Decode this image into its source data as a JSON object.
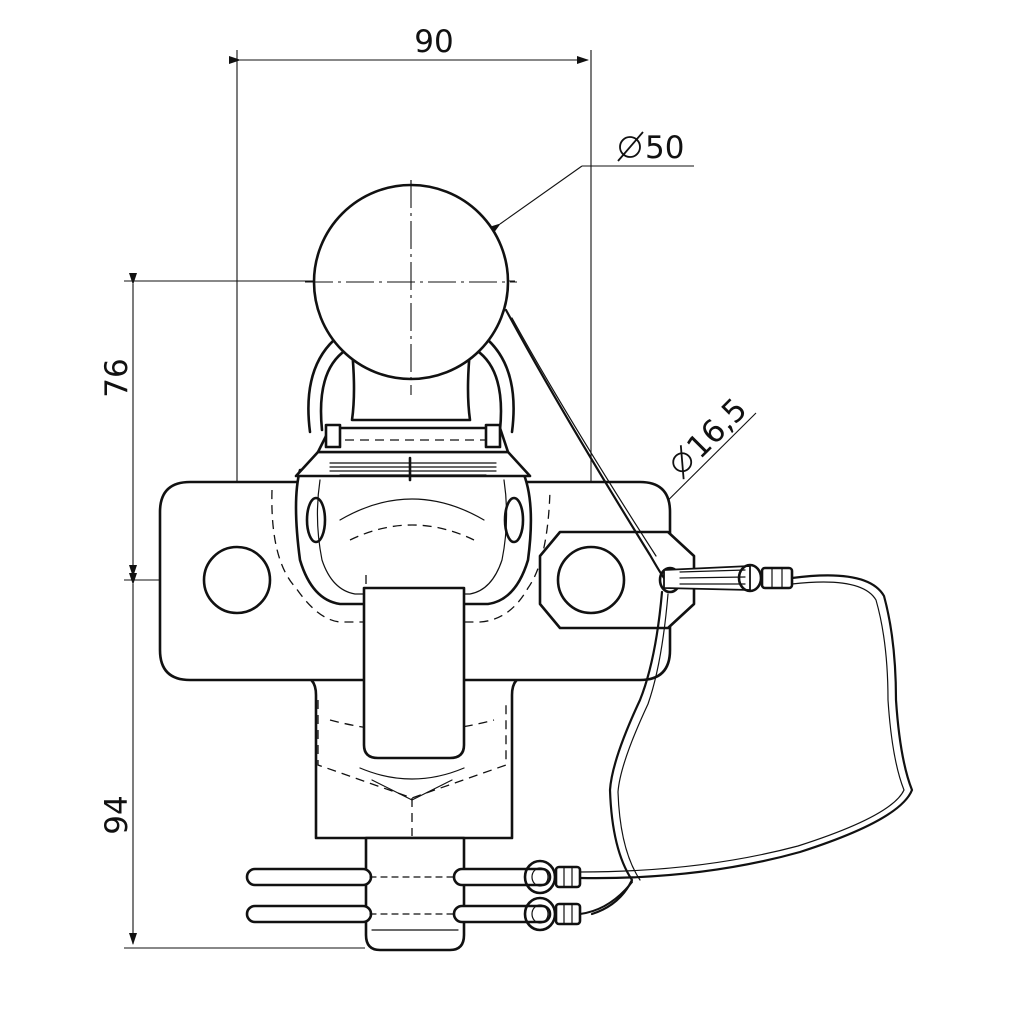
{
  "dimensions": {
    "width": "90",
    "ball_diameter": "50",
    "hole_diameter": "16,5",
    "upper_height": "76",
    "lower_height": "94"
  }
}
